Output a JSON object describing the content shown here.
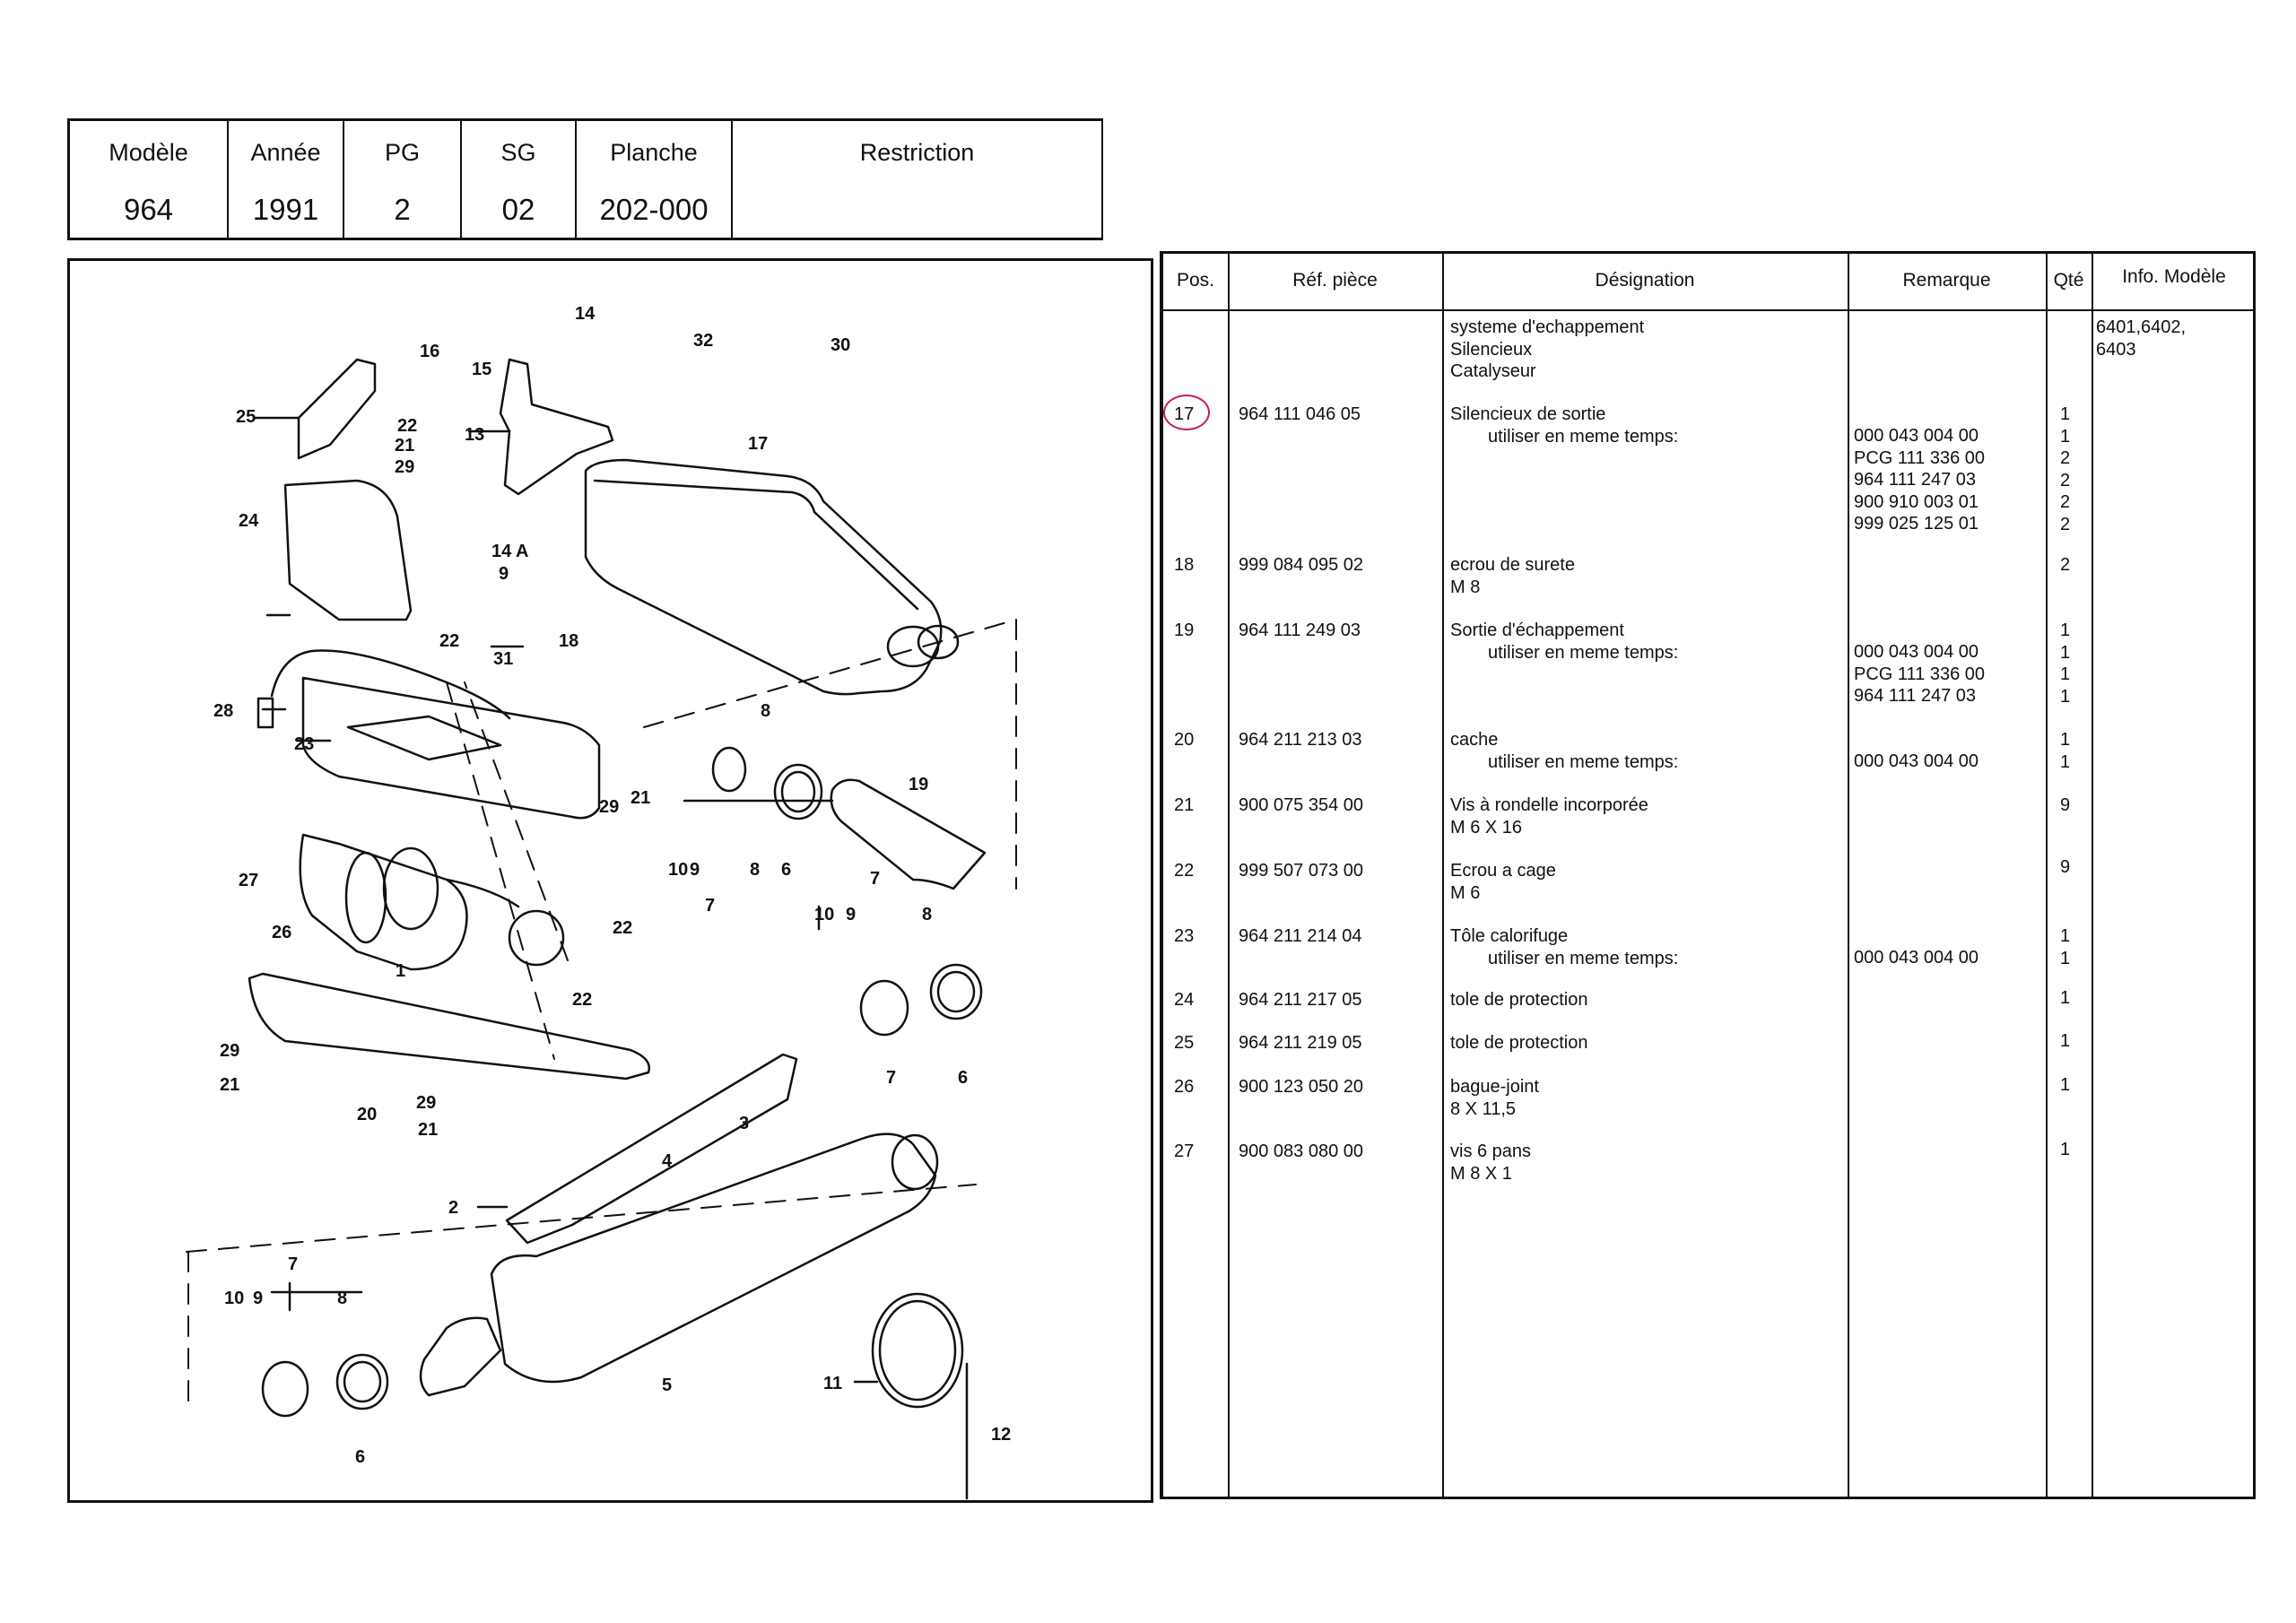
{
  "header": {
    "modele": {
      "label": "Modèle",
      "value": "964"
    },
    "annee": {
      "label": "Année",
      "value": "1991"
    },
    "pg": {
      "label": "PG",
      "value": "2"
    },
    "sg": {
      "label": "SG",
      "value": "02"
    },
    "planche": {
      "label": "Planche",
      "value": "202-000"
    },
    "restriction": {
      "label": "Restriction"
    }
  },
  "table": {
    "columns": [
      "Pos.",
      "Réf. pièce",
      "Désignation",
      "Remarque",
      "Qté",
      "Info. Modèle"
    ],
    "intro": {
      "designation": [
        "systeme d'echappement",
        "Silencieux",
        "Catalyseur"
      ],
      "info": [
        "6401,6402,",
        "6403"
      ]
    },
    "rows": [
      {
        "pos": "17",
        "ref": "964 111 046 05",
        "designation": [
          "Silencieux de sortie",
          "utiliser en meme temps:"
        ],
        "remarque": [
          "",
          "000 043 004 00",
          "PCG 111 336 00",
          "964 111 247 03",
          "900 910 003 01",
          "999 025 125 01"
        ],
        "qte": [
          "1",
          "1",
          "2",
          "2",
          "2",
          "2"
        ],
        "highlight": true
      },
      {
        "pos": "18",
        "ref": "999 084 095 02",
        "designation": [
          "ecrou de surete",
          "M 8"
        ],
        "remarque": [],
        "qte": [
          "2"
        ]
      },
      {
        "pos": "19",
        "ref": "964 111 249 03",
        "designation": [
          "Sortie d'échappement",
          "utiliser en meme temps:"
        ],
        "remarque": [
          "",
          "000 043 004 00",
          "PCG 111 336 00",
          "964 111 247 03"
        ],
        "qte": [
          "1",
          "1",
          "1",
          "1"
        ]
      },
      {
        "pos": "20",
        "ref": "964 211 213 03",
        "designation": [
          "cache",
          "utiliser en meme temps:"
        ],
        "remarque": [
          "",
          "000 043 004 00"
        ],
        "qte": [
          "1",
          "1"
        ]
      },
      {
        "pos": "21",
        "ref": "900 075 354 00",
        "designation": [
          "Vis à rondelle incorporée",
          "M 6 X 16"
        ],
        "remarque": [],
        "qte": [
          "9"
        ]
      },
      {
        "pos": "22",
        "ref": "999 507 073 00",
        "designation": [
          "Ecrou a cage",
          "M 6"
        ],
        "remarque": [],
        "qte": [
          "9"
        ]
      },
      {
        "pos": "23",
        "ref": "964 211 214 04",
        "designation": [
          "Tôle calorifuge",
          "utiliser en meme temps:"
        ],
        "remarque": [
          "",
          "000 043 004 00"
        ],
        "qte": [
          "1",
          "1"
        ]
      },
      {
        "pos": "24",
        "ref": "964 211 217 05",
        "designation": [
          "tole de protection"
        ],
        "remarque": [],
        "qte": [
          "1"
        ]
      },
      {
        "pos": "25",
        "ref": "964 211 219 05",
        "designation": [
          "tole de protection"
        ],
        "remarque": [],
        "qte": [
          "1"
        ]
      },
      {
        "pos": "26",
        "ref": "900 123 050 20",
        "designation": [
          "bague-joint",
          "8 X 11,5"
        ],
        "remarque": [],
        "qte": [
          "1"
        ]
      },
      {
        "pos": "27",
        "ref": "900 083 080 00",
        "designation": [
          "vis 6 pans",
          "M 8 X 1"
        ],
        "remarque": [],
        "qte": [
          "1"
        ]
      }
    ]
  },
  "diagram": {
    "callouts": [
      "16",
      "15",
      "14",
      "32",
      "30",
      "25",
      "22",
      "21",
      "29",
      "13",
      "17",
      "24",
      "14 A",
      "9",
      "22",
      "18",
      "28",
      "31",
      "23",
      "8",
      "19",
      "29",
      "21",
      "10",
      "9",
      "8",
      "6",
      "7",
      "27",
      "26",
      "1",
      "22",
      "7",
      "10",
      "9",
      "8",
      "22",
      "7",
      "6",
      "29",
      "21",
      "20",
      "29",
      "21",
      "3",
      "4",
      "2",
      "7",
      "10",
      "9",
      "8",
      "5",
      "6",
      "11",
      "12"
    ]
  }
}
